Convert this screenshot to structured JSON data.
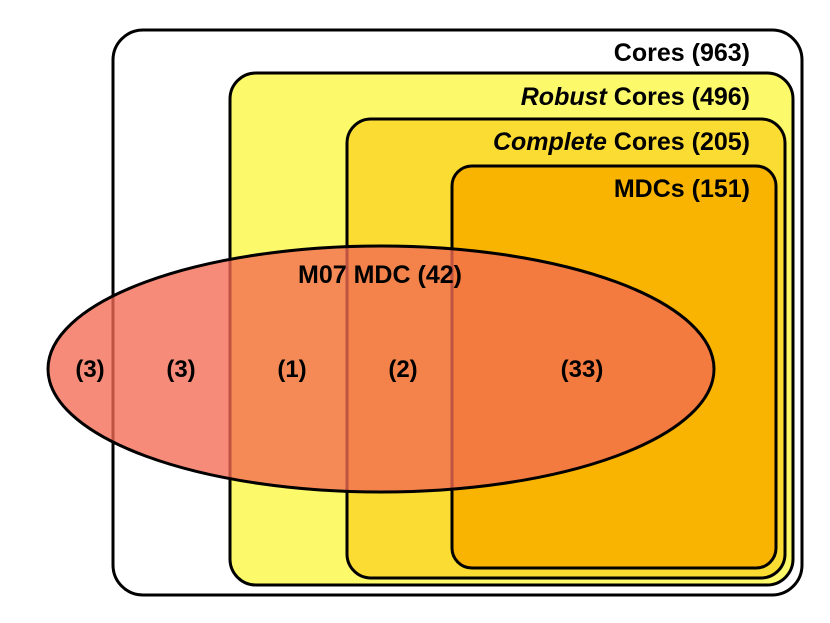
{
  "sets": {
    "cores": {
      "label": "Cores",
      "count": "(963)",
      "fill": "#ffffff"
    },
    "robust": {
      "label_em": "Robust",
      "label_rest": " Cores",
      "count": "(496)",
      "fill": "#fcf96a"
    },
    "complete": {
      "label_em": "Complete",
      "label_rest": " Cores",
      "count": "(205)",
      "fill": "#fbdc33"
    },
    "mdcs": {
      "label": "MDCs",
      "count": "(151)",
      "fill": "#f8b400"
    }
  },
  "ellipse": {
    "label": "M07 MDC",
    "count": "(42)",
    "fill": "#f26a52",
    "region_counts": [
      "(3)",
      "(3)",
      "(1)",
      "(2)",
      "(33)"
    ]
  }
}
